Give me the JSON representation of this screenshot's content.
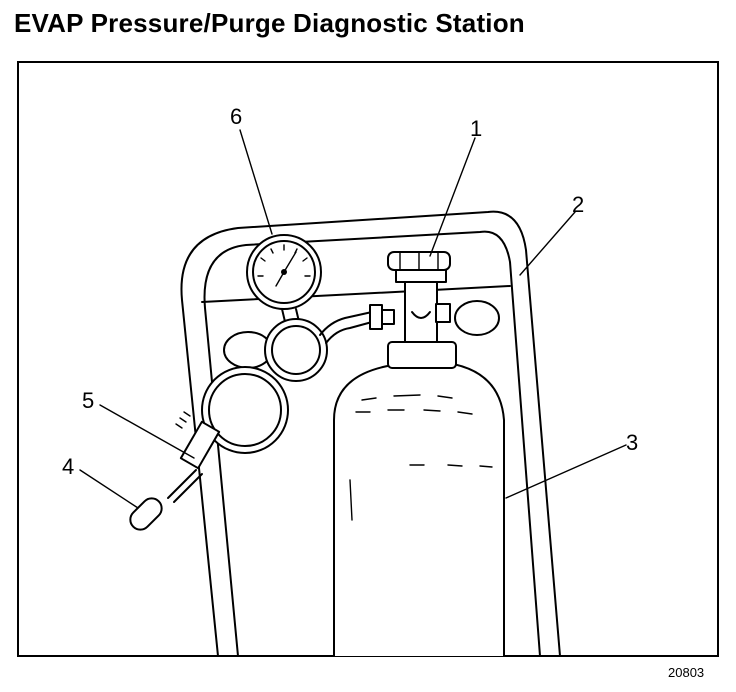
{
  "title": "EVAP Pressure/Purge Diagnostic Station",
  "figure_id": "20803",
  "callouts": [
    {
      "id": "1",
      "part": "cylinder-valve"
    },
    {
      "id": "2",
      "part": "station-cart"
    },
    {
      "id": "3",
      "part": "gas-cylinder"
    },
    {
      "id": "4",
      "part": "hose-nozzle"
    },
    {
      "id": "5",
      "part": "hose-fitting"
    },
    {
      "id": "6",
      "part": "pressure-gauge"
    }
  ]
}
